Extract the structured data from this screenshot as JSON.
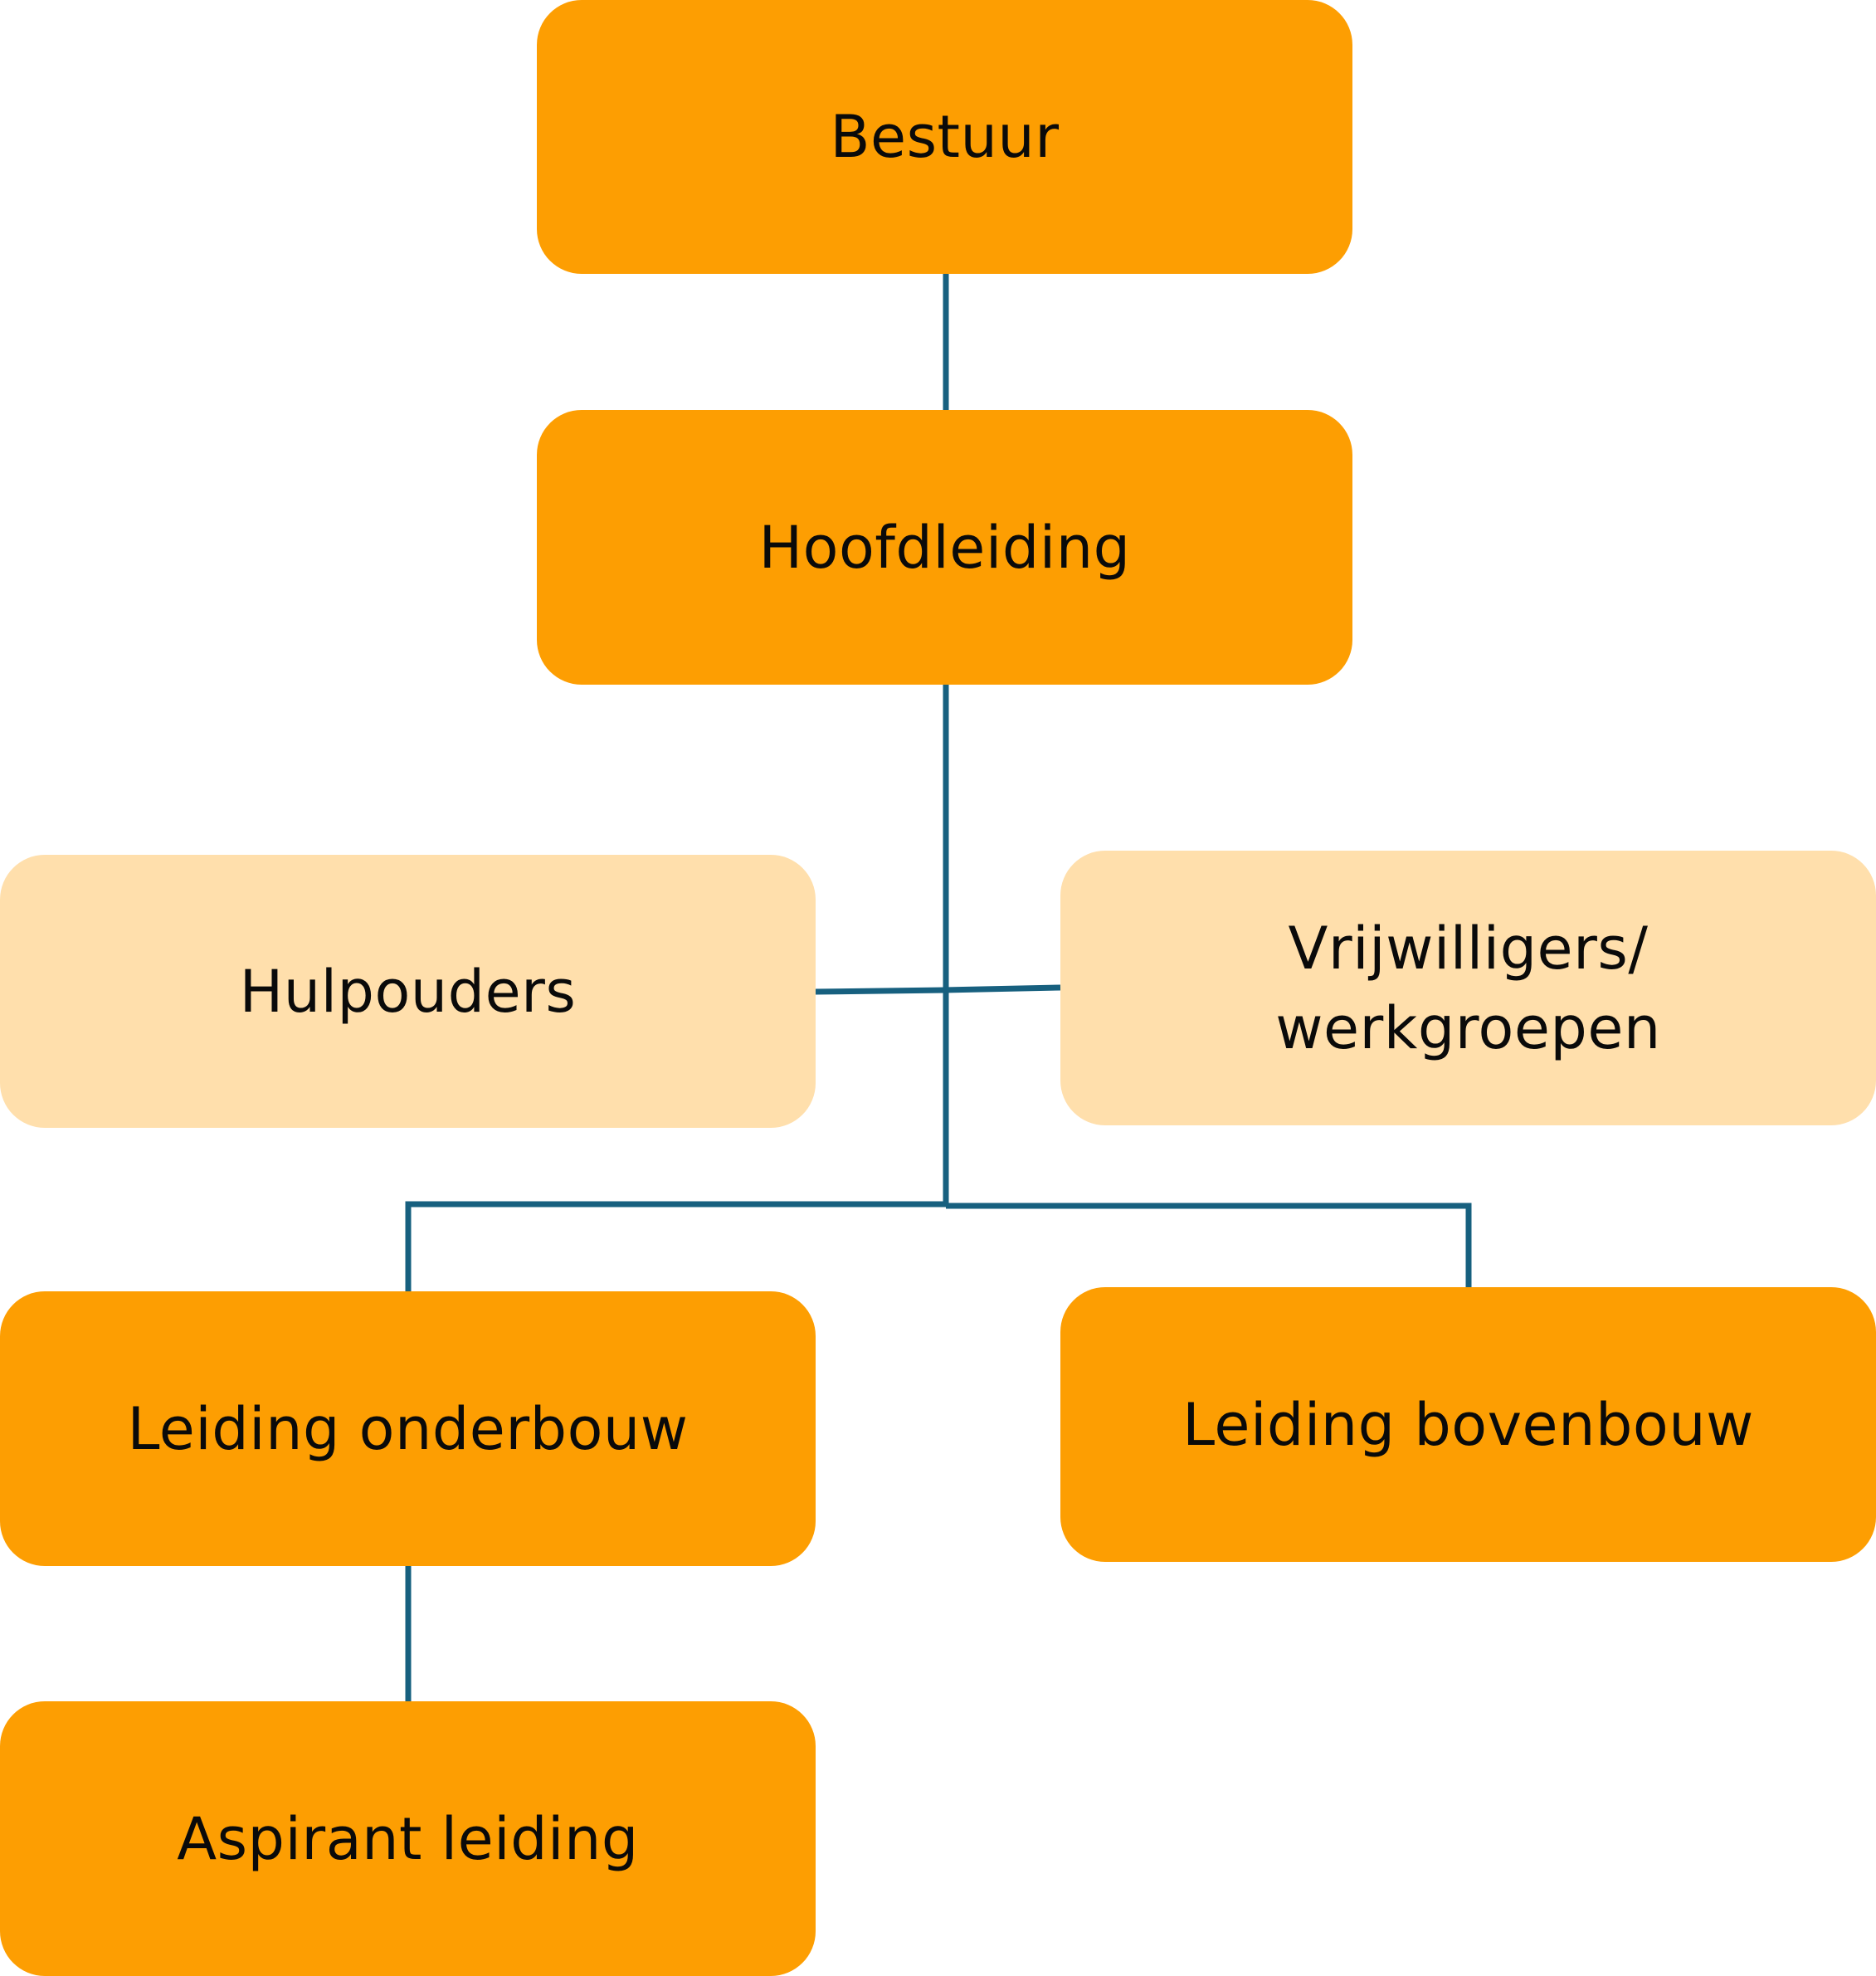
{
  "diagram": {
    "type": "org-chart",
    "colors": {
      "primary_box": "#fd9e02",
      "secondary_box": "#ffdfac",
      "connector": "#17607f",
      "text": "#0a0a0a"
    },
    "nodes": {
      "bestuur": {
        "label": "Bestuur",
        "style": "primary"
      },
      "hoofdleiding": {
        "label": "Hoofdleiding",
        "style": "primary"
      },
      "hulpouders": {
        "label": "Hulpouders",
        "style": "secondary"
      },
      "vrijwilligers": {
        "label_line1": "Vrijwilligers/",
        "label_line2": "werkgroepen",
        "style": "secondary"
      },
      "leiding_onderbouw": {
        "label": "Leiding onderbouw",
        "style": "primary"
      },
      "leiding_bovenbouw": {
        "label": "Leiding bovenbouw",
        "style": "primary"
      },
      "aspirant_leiding": {
        "label": "Aspirant leiding",
        "style": "primary"
      }
    },
    "edges": [
      {
        "from": "Bestuur",
        "to": "Hoofdleiding"
      },
      {
        "from": "Hoofdleiding",
        "to": "Hulpouders"
      },
      {
        "from": "Hoofdleiding",
        "to": "Vrijwilligers/ werkgroepen"
      },
      {
        "from": "Hoofdleiding",
        "to": "Leiding onderbouw"
      },
      {
        "from": "Hoofdleiding",
        "to": "Leiding bovenbouw"
      },
      {
        "from": "Leiding onderbouw",
        "to": "Aspirant leiding"
      }
    ]
  }
}
